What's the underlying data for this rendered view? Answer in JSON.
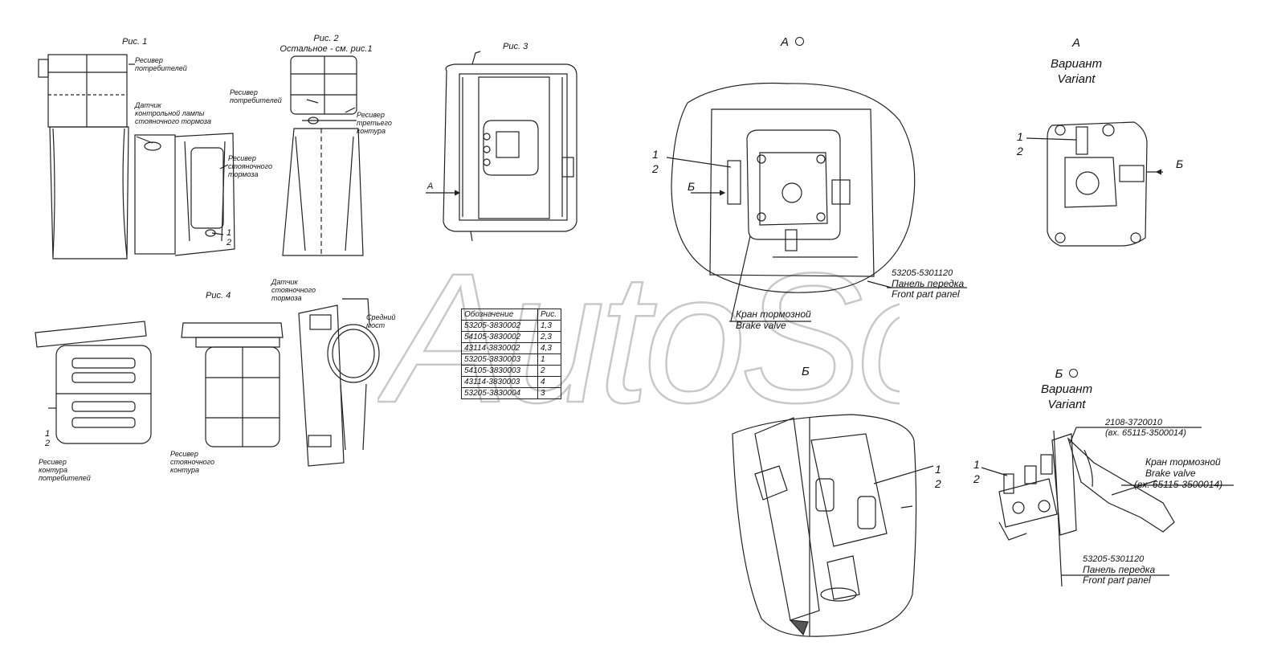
{
  "watermark": "AutoSoft",
  "fig1": {
    "title": "Рис. 1",
    "receiver_consumers": [
      "Ресивер",
      "потребителей"
    ],
    "sensor": [
      "Датчик",
      "контрольной лампы",
      "стояночного тормоза"
    ],
    "receiver_parking": [
      "Ресивер",
      "стояночного",
      "тормоза"
    ],
    "pos1": "1",
    "pos2": "2"
  },
  "fig2": {
    "title": "Рис. 2",
    "subtitle": "Остальное - см. рис.1",
    "receiver_consumers": [
      "Ресивер",
      "потребителей"
    ],
    "receiver_third": [
      "Ресивер",
      "третьего",
      "контура"
    ]
  },
  "fig3": {
    "title": "Рис. 3",
    "arrow_label": "А"
  },
  "fig4": {
    "title": "Рис. 4",
    "sensor": [
      "Датчик",
      "стояночного",
      "тормоза"
    ],
    "middle_axle": [
      "Средний",
      "мост"
    ],
    "receiver_consumers": [
      "Ресивер",
      "контура",
      "потребителей"
    ],
    "receiver_parking": [
      "Ресивер",
      "стояночного",
      "контура"
    ],
    "pos1": "1",
    "pos2": "2"
  },
  "parts_table": {
    "headers": [
      "Обозначение",
      "Рис."
    ],
    "rows": [
      [
        "53205-3830002",
        "1,3"
      ],
      [
        "54105-3830002",
        "2,3"
      ],
      [
        "43114-3830002",
        "4,3"
      ],
      [
        "53205-3830003",
        "1"
      ],
      [
        "54105-3830003",
        "2"
      ],
      [
        "43114-3830003",
        "4"
      ],
      [
        "53205-3830004",
        "3"
      ]
    ]
  },
  "viewA": {
    "title": "А",
    "pos1": "1",
    "pos2": "2",
    "arrow_b": "Б",
    "panel_code": "53205-5301120",
    "panel_ru": "Панель передка",
    "panel_en": "Front part panel",
    "valve_ru": "Кран тормозной",
    "valve_en": "Brake valve"
  },
  "viewA_variant": {
    "title": "А",
    "variant_ru": "Вариант",
    "variant_en": "Variant",
    "pos1": "1",
    "pos2": "2",
    "arrow_b": "Б"
  },
  "viewB": {
    "title": "Б",
    "pos1": "1",
    "pos2": "2"
  },
  "viewB_variant": {
    "title": "Б",
    "variant_ru": "Вариант",
    "variant_en": "Variant",
    "pos1": "1",
    "pos2": "2",
    "part_code": "2108-3720010",
    "part_ex": "(вх. 65115-3500014)",
    "valve_ru": "Кран тормозной",
    "valve_en": "Brake valve",
    "valve_ex": "(вх. 65115-3500014)",
    "panel_code": "53205-5301120",
    "panel_ru": "Панель передка",
    "panel_en": "Front part panel"
  }
}
